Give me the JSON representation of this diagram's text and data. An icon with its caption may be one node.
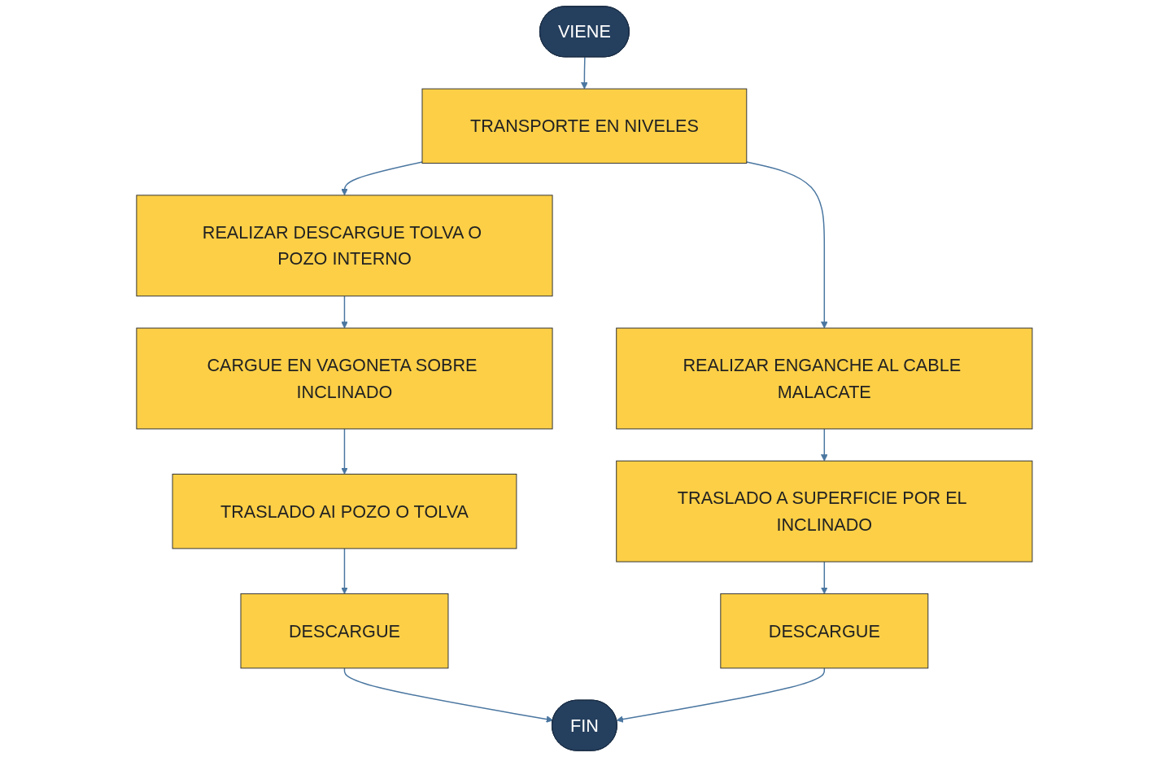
{
  "diagram": {
    "nodes": [
      {
        "text": [
          "VIENE"
        ]
      },
      {
        "text": [
          "TRANSPORTE EN NIVELES"
        ]
      },
      {
        "text": [
          "REALIZAR DESCARGUE TOLVA O POZO INTERNO"
        ]
      },
      {
        "text": [
          "REALIZAR ENGANCHE AL CABLE MALACATE"
        ]
      },
      {
        "text": [
          "CARGUE EN VAGONETA SOBRE INCLINADO"
        ]
      },
      {
        "text": [
          "TRASLADO A SUPERFICIE POR EL INCLINADO"
        ]
      },
      {
        "text": [
          "TRASLADO AI POZO O TOLVA"
        ]
      },
      {
        "text": [
          "DESCARGUE"
        ]
      },
      {
        "text": [
          "DESCARGUE"
        ]
      },
      {
        "text": [
          "FIN"
        ]
      }
    ],
    "edges": [
      {
        "from": 0,
        "to": 1,
        "arrow": "to"
      },
      {
        "from": 1,
        "to": 2,
        "arrow": "to"
      },
      {
        "from": 1,
        "to": 3,
        "arrow": "to"
      },
      {
        "from": 2,
        "to": 4,
        "arrow": "to"
      },
      {
        "from": 3,
        "to": 5,
        "arrow": "to"
      },
      {
        "from": 4,
        "to": 6,
        "arrow": "to"
      },
      {
        "from": 5,
        "to": 7,
        "arrow": "to"
      },
      {
        "from": 6,
        "to": 8,
        "arrow": "to"
      },
      {
        "from": 8,
        "to": 9,
        "arrow": "to"
      },
      {
        "from": 7,
        "to": 9,
        "arrow": "to"
      }
    ]
  }
}
